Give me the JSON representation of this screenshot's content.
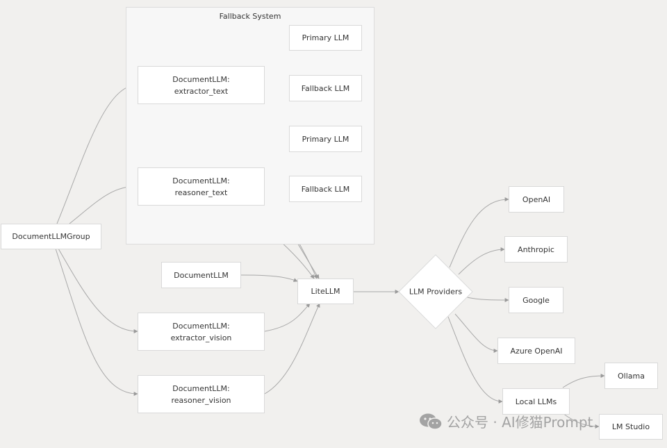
{
  "group": {
    "title": "Fallback System"
  },
  "nodes": {
    "primary_llm_1": "Primary LLM",
    "fallback_llm_1": "Fallback LLM",
    "primary_llm_2": "Primary LLM",
    "fallback_llm_2": "Fallback LLM",
    "extractor_text": {
      "line1": "DocumentLLM:",
      "line2": "extractor_text"
    },
    "reasoner_text": {
      "line1": "DocumentLLM:",
      "line2": "reasoner_text"
    },
    "document_llm_group": "DocumentLLMGroup",
    "document_llm": "DocumentLLM",
    "lite_llm": "LiteLLM",
    "extractor_vision": {
      "line1": "DocumentLLM:",
      "line2": "extractor_vision"
    },
    "reasoner_vision": {
      "line1": "DocumentLLM:",
      "line2": "reasoner_vision"
    },
    "llm_providers": "LLM Providers",
    "openai": "OpenAI",
    "anthropic": "Anthropic",
    "google": "Google",
    "azure_openai": "Azure OpenAI",
    "local_llms": "Local LLMs",
    "ollama": "Ollama",
    "lm_studio": "LM Studio"
  },
  "watermark": {
    "text": "公众号 · AI修猫Prompt",
    "icon": "wechat-icon"
  },
  "colors": {
    "edge": "#a8a8a8",
    "node_border": "#d9d9d9",
    "background": "#f1f0ee"
  }
}
